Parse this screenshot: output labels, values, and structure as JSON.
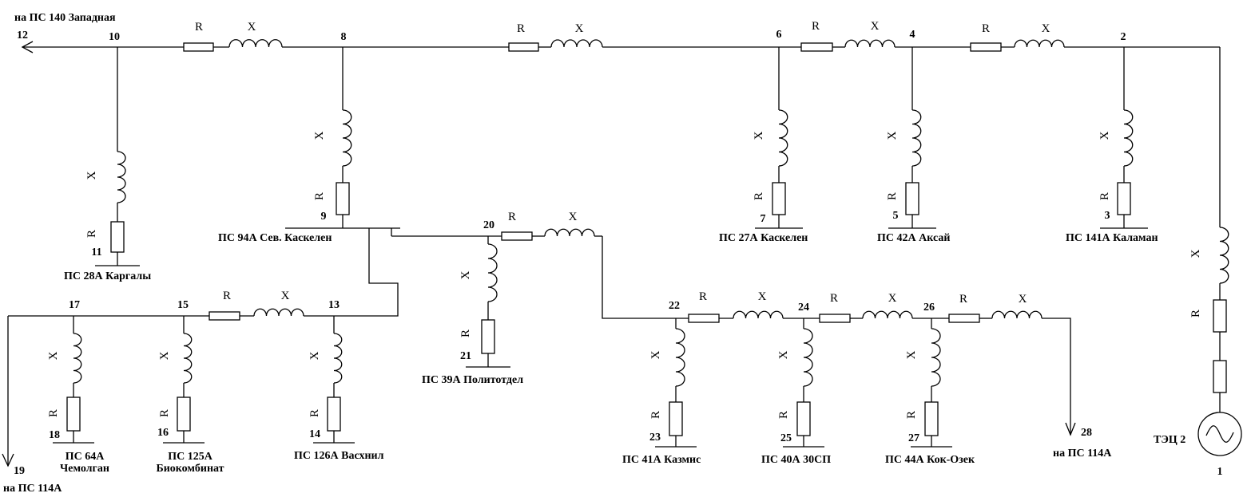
{
  "symbols": {
    "resistor": "R",
    "reactance": "X"
  },
  "nodes": {
    "n1": "1",
    "n2": "2",
    "n3": "3",
    "n4": "4",
    "n5": "5",
    "n6": "6",
    "n7": "7",
    "n8": "8",
    "n9": "9",
    "n10": "10",
    "n11": "11",
    "n12": "12",
    "n13": "13",
    "n14": "14",
    "n15": "15",
    "n16": "16",
    "n17": "17",
    "n18": "18",
    "n19": "19",
    "n20": "20",
    "n21": "21",
    "n22": "22",
    "n23": "23",
    "n24": "24",
    "n25": "25",
    "n26": "26",
    "n27": "27",
    "n28": "28"
  },
  "substations": {
    "west": "на ПС 140 Западная",
    "kargaly": "ПС 28А Каргалы",
    "sev_kaskelen": "ПС 94А Сев. Каскелен",
    "kaskelen": "ПС 27А Каскелен",
    "aksai": "ПС 42А Аксай",
    "kalaman": "ПС 141А Каламан",
    "politotdel": "ПС 39А Политотдел",
    "chemolgan_1": "ПС 64А",
    "chemolgan_2": "Чемолган",
    "biokombinat_1": "ПС 125А",
    "biokombinat_2": "Биокомбинат",
    "vaskhnil": "ПС 126А Васхнил",
    "kazmis": "ПС 41А Казмис",
    "sp30": "ПС 40А 30СП",
    "kok_ozek": "ПС 44А Кок-Озек",
    "ps114_right": "на ПС 114А",
    "ps114_left": "на ПС 114А",
    "tec2": "ТЭЦ 2"
  }
}
